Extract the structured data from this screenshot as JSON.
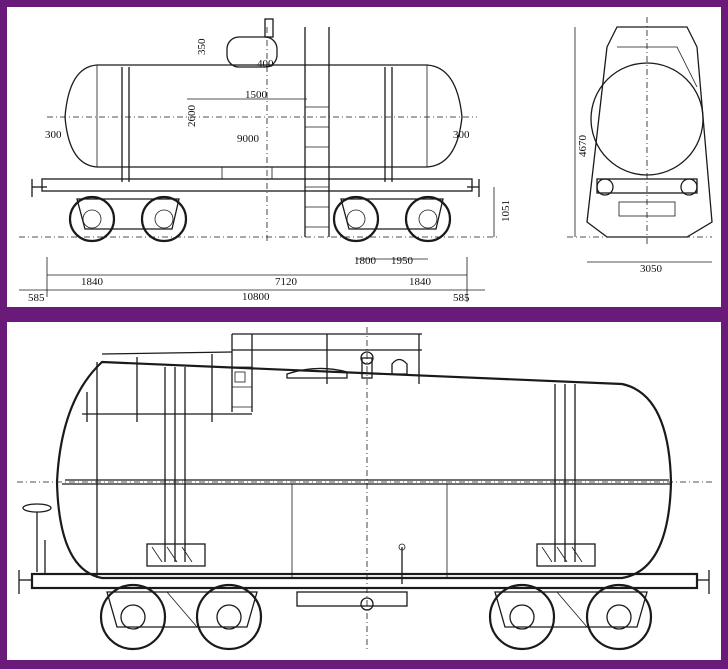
{
  "top_drawing": {
    "dimensions": {
      "dome_height": "350",
      "dome_width": "400",
      "beam_spacing": "1500",
      "tank_height": "2600",
      "left_end": "300",
      "right_end": "300",
      "tank_length": "9000",
      "axle_left": "1840",
      "overhang_left": "585",
      "bogie_center": "7120",
      "overall_length": "10800",
      "axle_a": "1800",
      "axle_b": "1950",
      "axle_right": "1840",
      "overhang_right": "585",
      "coupler_height": "1051",
      "end_height": "4670",
      "end_width": "3050"
    }
  },
  "bottom_drawing": {}
}
